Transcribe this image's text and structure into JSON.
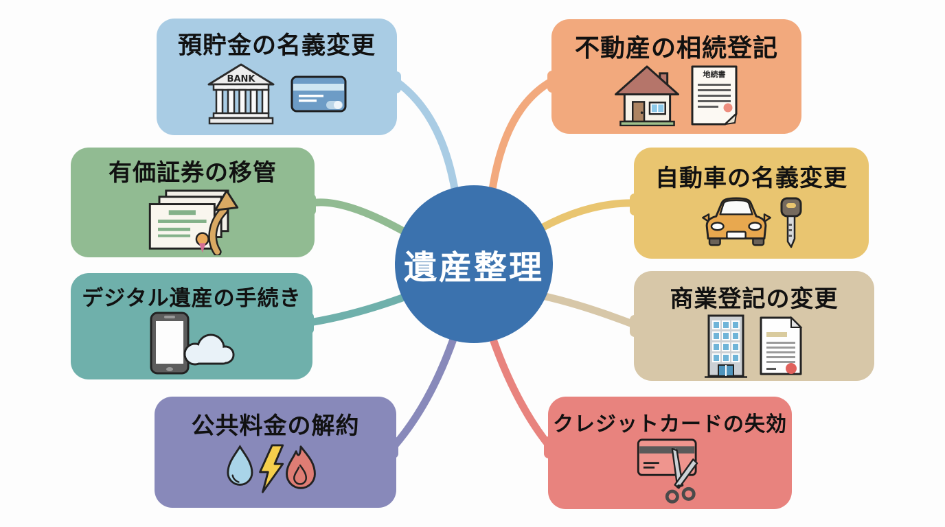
{
  "background": "#fdfdfd",
  "center": {
    "label": "遺産整理",
    "color": "#3b72ae",
    "text_color": "#ffffff"
  },
  "nodes": [
    {
      "label": "預貯金の名義変更",
      "color": "#a9cce4",
      "icons": [
        "bank-icon",
        "credit-card-icon"
      ],
      "icon_text": "BANK"
    },
    {
      "label": "有価証券の移管",
      "color": "#91bb92",
      "icons": [
        "certificates-icon",
        "up-arrow-icon"
      ]
    },
    {
      "label": "デジタル遺産の手続き",
      "color": "#6fb0ab",
      "icons": [
        "smartphone-icon",
        "cloud-icon"
      ]
    },
    {
      "label": "公共料金の解約",
      "color": "#8889ba",
      "icons": [
        "water-drop-icon",
        "lightning-icon",
        "flame-icon"
      ]
    },
    {
      "label": "不動産の相続登記",
      "color": "#f2a97d",
      "icons": [
        "house-icon",
        "deed-document-icon"
      ],
      "icon_text": "地続書"
    },
    {
      "label": "自動車の名義変更",
      "color": "#e9c570",
      "icons": [
        "car-icon",
        "key-icon"
      ]
    },
    {
      "label": "商業登記の変更",
      "color": "#d7c7a8",
      "icons": [
        "office-building-icon",
        "registry-document-icon"
      ]
    },
    {
      "label": "クレジットカードの失効",
      "color": "#e8837e",
      "icons": [
        "cut-credit-card-icon",
        "scissors-icon"
      ]
    }
  ]
}
